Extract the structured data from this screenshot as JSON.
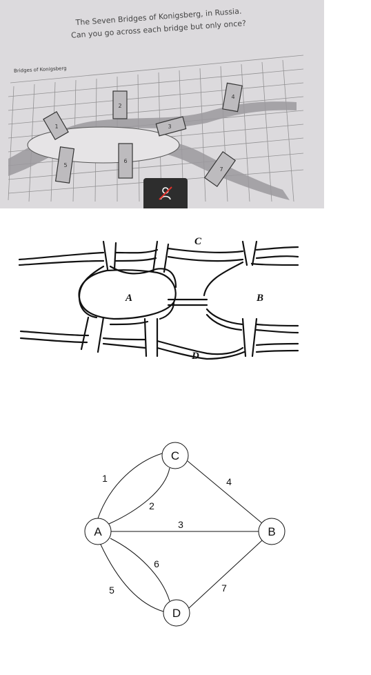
{
  "photo": {
    "title_line1": "The Seven Bridges of Konigsberg, in Russia.",
    "title_line2": "Can you go across each bridge but only once?",
    "caption": "Bridges of Konigsberg",
    "bridge_numbers": [
      "1",
      "2",
      "3",
      "4",
      "5",
      "6",
      "7"
    ],
    "camera_icon": "camera-off-icon"
  },
  "sketch": {
    "labels": {
      "a": "A",
      "b": "B",
      "c": "C",
      "d": "D"
    }
  },
  "graph": {
    "nodes": [
      {
        "id": "C",
        "label": "C"
      },
      {
        "id": "A",
        "label": "A"
      },
      {
        "id": "B",
        "label": "B"
      },
      {
        "id": "D",
        "label": "D"
      }
    ],
    "edges": [
      {
        "label": "1",
        "from": "A",
        "to": "C"
      },
      {
        "label": "2",
        "from": "A",
        "to": "C"
      },
      {
        "label": "3",
        "from": "A",
        "to": "B"
      },
      {
        "label": "4",
        "from": "C",
        "to": "B"
      },
      {
        "label": "5",
        "from": "A",
        "to": "D"
      },
      {
        "label": "6",
        "from": "A",
        "to": "D"
      },
      {
        "label": "7",
        "from": "D",
        "to": "B"
      }
    ]
  }
}
